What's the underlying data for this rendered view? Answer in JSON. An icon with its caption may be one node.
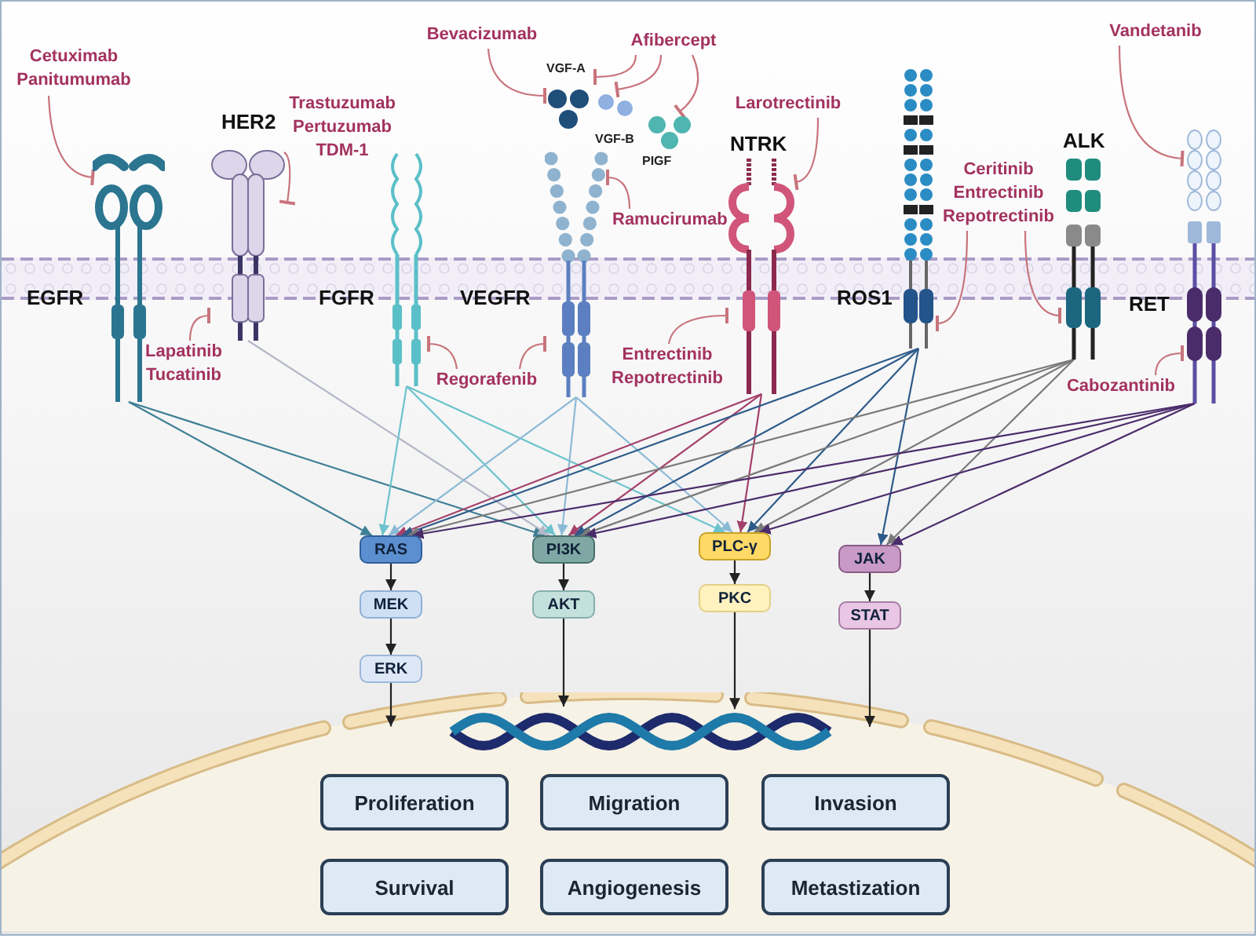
{
  "diagram": {
    "nodes": [
      {
        "text": [
          "Bevacizumab"
        ]
      },
      {
        "text": [
          "Afibercept"
        ]
      },
      {
        "text": [
          "Cetuximab Panitumumab"
        ]
      },
      {
        "text": [
          "VGF-A"
        ]
      },
      {
        "text": [
          "VGF-B"
        ]
      },
      {
        "text": [
          "PIGF"
        ]
      },
      {
        "text": [
          "Trastuzumab Pertuzumab TDM-1"
        ]
      },
      {
        "text": [
          "HER2"
        ]
      },
      {
        "text": [
          "NTRK"
        ]
      },
      {
        "text": [
          "Larotrectinib"
        ]
      },
      {
        "text": [
          "Vandetanib"
        ]
      },
      {
        "text": [
          "ALK"
        ]
      },
      {
        "text": [
          "Ramucirumab"
        ]
      },
      {
        "text": [
          "Ceritinib Entrectinib Repotrectinib"
        ]
      },
      {
        "text": [
          "EGFR"
        ]
      },
      {
        "text": [
          "FGFR"
        ]
      },
      {
        "text": [
          "VEGFR"
        ]
      },
      {
        "text": [
          "ROS1"
        ]
      },
      {
        "text": [
          "RET"
        ]
      },
      {
        "text": [
          "Lapatinib Tucatinib"
        ]
      },
      {
        "text": [
          "Regorafenib"
        ]
      },
      {
        "text": [
          "Entrectinib Repotrectinib"
        ]
      },
      {
        "text": [
          "Cabozantinib"
        ]
      },
      {
        "text": [
          "RAS"
        ]
      },
      {
        "text": [
          "PI3K"
        ]
      },
      {
        "text": [
          "PLC-γ"
        ]
      },
      {
        "text": [
          "JAK"
        ]
      },
      {
        "text": [
          "MEK"
        ]
      },
      {
        "text": [
          "AKT"
        ]
      },
      {
        "text": [
          "PKC"
        ]
      },
      {
        "text": [
          "STAT"
        ]
      },
      {
        "text": [
          "ERK"
        ]
      },
      {
        "text": [],
        "shape": "ellipse"
      },
      {
        "text": [
          "Proliferation"
        ],
        "in": 32
      },
      {
        "text": [
          "Migration"
        ],
        "in": 32
      },
      {
        "text": [
          "Invasion"
        ],
        "in": 32
      },
      {
        "text": [
          "Survival"
        ],
        "in": 32
      },
      {
        "text": [
          "Angiogenesis"
        ],
        "in": 32
      },
      {
        "text": [
          "Metastization"
        ],
        "in": 32
      }
    ],
    "edges": [
      {
        "from": 0,
        "to": 3,
        "arrow": "other",
        "color": "#c8747c"
      },
      {
        "from": 1,
        "to": 3,
        "arrow": "other",
        "color": "#c8747c"
      },
      {
        "from": 1,
        "to": 4,
        "arrow": "other",
        "color": "#c8747c"
      },
      {
        "from": 1,
        "to": 5,
        "arrow": "other",
        "color": "#c8747c"
      },
      {
        "from": 2,
        "to": 14,
        "arrow": "other",
        "color": "#c8747c"
      },
      {
        "from": 6,
        "to": 7,
        "arrow": "other",
        "color": "#c8747c"
      },
      {
        "from": 9,
        "to": 8,
        "arrow": "other",
        "color": "#c8747c"
      },
      {
        "from": 10,
        "to": 18,
        "arrow": "other",
        "color": "#c8747c"
      },
      {
        "from": 12,
        "to": 16,
        "arrow": "other",
        "color": "#c8747c"
      },
      {
        "from": 13,
        "to": 17,
        "arrow": "other",
        "color": "#c8747c"
      },
      {
        "from": 13,
        "to": 11,
        "arrow": "other",
        "color": "#c8747c"
      },
      {
        "from": 19,
        "to": 7,
        "arrow": "other",
        "color": "#c8747c"
      },
      {
        "from": 20,
        "to": 15,
        "arrow": "other",
        "color": "#c8747c"
      },
      {
        "from": 20,
        "to": 16,
        "arrow": "other",
        "color": "#c8747c"
      },
      {
        "from": 21,
        "to": 8,
        "arrow": "other",
        "color": "#c8747c"
      },
      {
        "from": 22,
        "to": 18,
        "arrow": "other",
        "color": "#c8747c"
      },
      {
        "from": 14,
        "to": 23,
        "arrow": "to",
        "color": "#3f7f96"
      },
      {
        "from": 14,
        "to": 24,
        "arrow": "to",
        "color": "#3f7f96"
      },
      {
        "from": 7,
        "to": 24,
        "arrow": "to",
        "color": "#b4b8c8"
      },
      {
        "from": 15,
        "to": 23,
        "arrow": "to",
        "color": "#6cc3cc"
      },
      {
        "from": 15,
        "to": 24,
        "arrow": "to",
        "color": "#6cc3cc"
      },
      {
        "from": 15,
        "to": 25,
        "arrow": "to",
        "color": "#6cc3cc"
      },
      {
        "from": 16,
        "to": 23,
        "arrow": "to",
        "color": "#8bbad6"
      },
      {
        "from": 16,
        "to": 24,
        "arrow": "to",
        "color": "#8bbad6"
      },
      {
        "from": 16,
        "to": 25,
        "arrow": "to",
        "color": "#8bbad6"
      },
      {
        "from": 8,
        "to": 23,
        "arrow": "to",
        "color": "#a4406a"
      },
      {
        "from": 8,
        "to": 24,
        "arrow": "to",
        "color": "#a4406a"
      },
      {
        "from": 8,
        "to": 25,
        "arrow": "to",
        "color": "#a4406a"
      },
      {
        "from": 17,
        "to": 23,
        "arrow": "to",
        "color": "#2e5b8a"
      },
      {
        "from": 17,
        "to": 24,
        "arrow": "to",
        "color": "#2e5b8a"
      },
      {
        "from": 17,
        "to": 25,
        "arrow": "to",
        "color": "#2e5b8a"
      },
      {
        "from": 17,
        "to": 26,
        "arrow": "to",
        "color": "#2e5b8a"
      },
      {
        "from": 11,
        "to": 23,
        "arrow": "to",
        "color": "#7a7a7a"
      },
      {
        "from": 11,
        "to": 24,
        "arrow": "to",
        "color": "#7a7a7a"
      },
      {
        "from": 11,
        "to": 25,
        "arrow": "to",
        "color": "#7a7a7a"
      },
      {
        "from": 11,
        "to": 26,
        "arrow": "to",
        "color": "#7a7a7a"
      },
      {
        "from": 18,
        "to": 23,
        "arrow": "to",
        "color": "#4b2c6b"
      },
      {
        "from": 18,
        "to": 24,
        "arrow": "to",
        "color": "#4b2c6b"
      },
      {
        "from": 18,
        "to": 25,
        "arrow": "to",
        "color": "#4b2c6b"
      },
      {
        "from": 18,
        "to": 26,
        "arrow": "to",
        "color": "#4b2c6b"
      },
      {
        "from": 23,
        "to": 27,
        "arrow": "to",
        "color": "#222222"
      },
      {
        "from": 27,
        "to": 31,
        "arrow": "to",
        "color": "#222222"
      },
      {
        "from": 24,
        "to": 28,
        "arrow": "to",
        "color": "#222222"
      },
      {
        "from": 25,
        "to": 29,
        "arrow": "to",
        "color": "#222222"
      },
      {
        "from": 26,
        "to": 30,
        "arrow": "to",
        "color": "#222222"
      },
      {
        "from": 31,
        "to": 32,
        "arrow": "to",
        "color": "#222222"
      },
      {
        "from": 28,
        "to": 32,
        "arrow": "to",
        "color": "#222222"
      },
      {
        "from": 29,
        "to": 32,
        "arrow": "to",
        "color": "#222222"
      },
      {
        "from": 30,
        "to": 32,
        "arrow": "to",
        "color": "#222222"
      }
    ]
  }
}
